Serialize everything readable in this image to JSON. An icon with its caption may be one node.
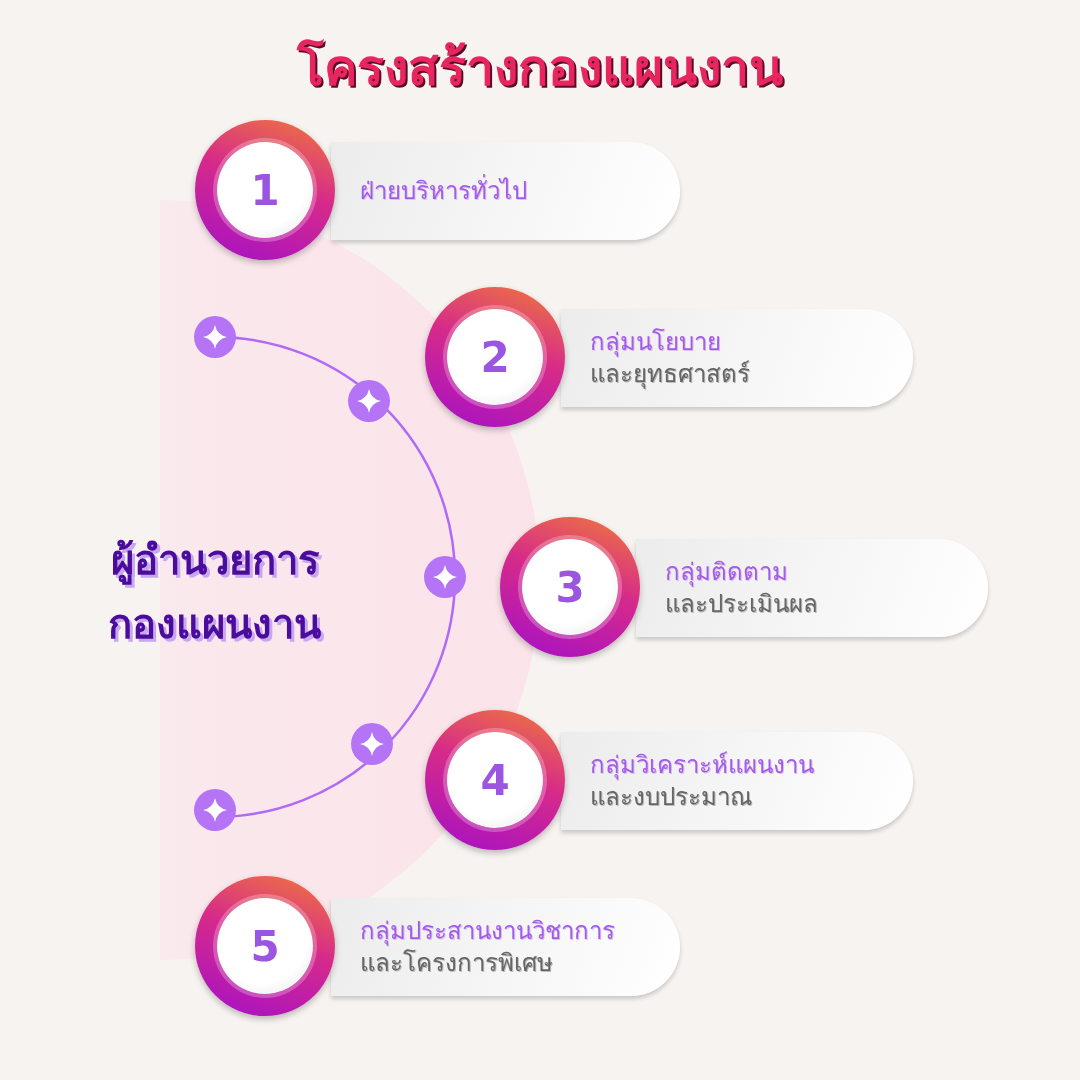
{
  "diagram": {
    "title": "โครงสร้างกองแผนงาน",
    "nodes": [
      {
        "text": [
          "1"
        ]
      },
      {
        "text": [
          "ฝ่ายบริหารทั่วไป"
        ]
      },
      {
        "text": [
          "2"
        ]
      },
      {
        "text": [
          "กลุ่มนโยบาย",
          "และยุทธศาสตร์"
        ]
      },
      {
        "text": [
          "3"
        ]
      },
      {
        "text": [
          "กลุ่มติดตาม",
          "และประเมินผล"
        ]
      },
      {
        "text": [
          "4"
        ]
      },
      {
        "text": [
          "กลุ่มวิเคราะห์แผนงาน",
          "และงบประมาณ"
        ]
      },
      {
        "text": [
          "5"
        ]
      },
      {
        "text": [
          "กลุ่มประสานงานวิชาการ",
          "และโครงการพิเศษ"
        ]
      }
    ],
    "labels": [
      "ผู้อำนวยการกองแผนงาน"
    ]
  }
}
